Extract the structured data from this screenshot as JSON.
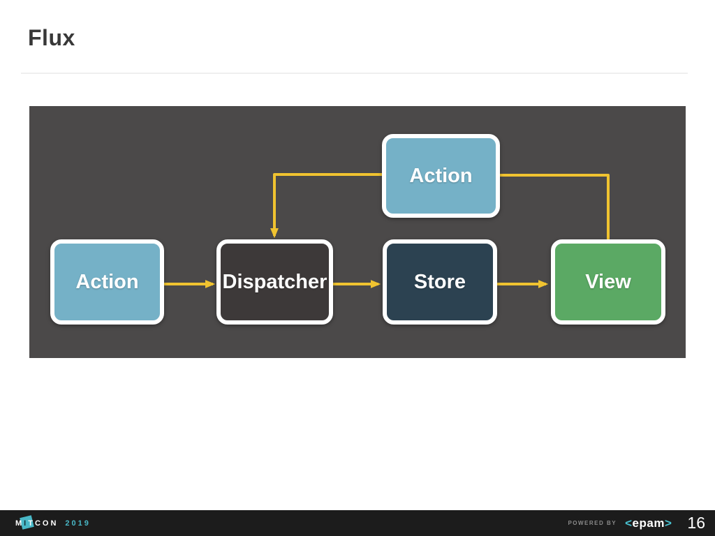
{
  "slide": {
    "title": "Flux"
  },
  "diagram": {
    "panel_bg": "#4b4949",
    "arrow_color": "#f0c330",
    "nodes": [
      {
        "id": "action-top",
        "label": "Action",
        "color": "#75b1c7"
      },
      {
        "id": "action",
        "label": "Action",
        "color": "#75b1c7"
      },
      {
        "id": "dispatcher",
        "label": "Dispatcher",
        "color": "#3d3939"
      },
      {
        "id": "store",
        "label": "Store",
        "color": "#2c4251"
      },
      {
        "id": "view",
        "label": "View",
        "color": "#5ba964"
      }
    ],
    "edges": [
      {
        "from": "action",
        "to": "dispatcher"
      },
      {
        "from": "dispatcher",
        "to": "store"
      },
      {
        "from": "store",
        "to": "view"
      },
      {
        "from": "action-top",
        "to": "dispatcher"
      },
      {
        "from": "action-top",
        "to": "view"
      }
    ]
  },
  "footer": {
    "logo": {
      "m": "M",
      "i": "I",
      "t": "T",
      "con": "CON",
      "year": "2019"
    },
    "powered_by": "POWERED BY",
    "epam": {
      "open": "<",
      "name": "epam",
      "close": ">"
    },
    "page_number": "16"
  },
  "colors": {
    "teal_accent": "#49b8c7",
    "footer_bg": "#1c1c1c",
    "arrow_yellow": "#f0c330",
    "title_text": "#383838"
  }
}
